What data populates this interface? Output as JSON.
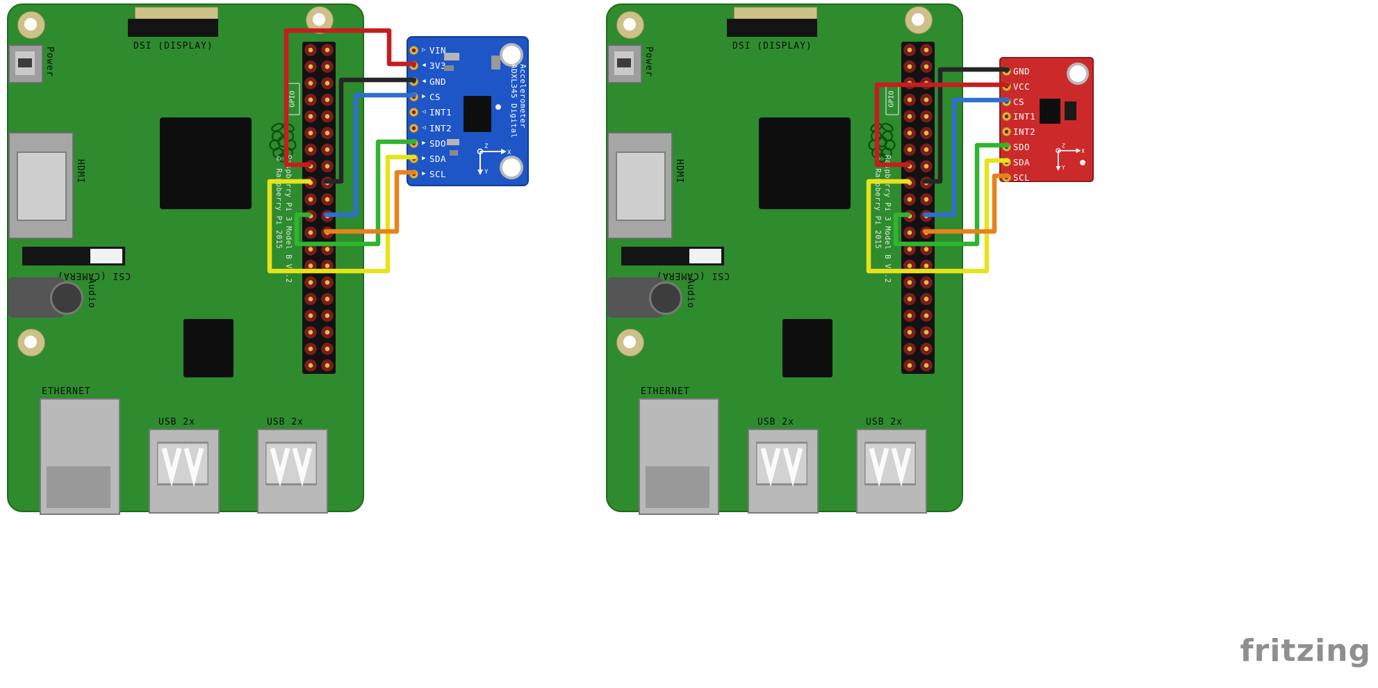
{
  "watermark": "fritzing",
  "colors": {
    "board_green": "#2e8b2e",
    "breakout_blue": "#1e56c8",
    "breakout_red": "#cc2a2a",
    "header_black": "#121212",
    "pin_gold": "#e0b838"
  },
  "pi": {
    "labels": {
      "power": "Power",
      "dsi": "DSI (DISPLAY)",
      "hdmi": "HDMI",
      "csi": "CSI (CAMERA)",
      "audio": "Audio",
      "ethernet": "ETHERNET",
      "usb": "USB 2x",
      "gpio": "GPIO",
      "board_name": "Raspberry Pi 3 Model B V1.2",
      "copyright": "© Raspberry Pi 2015"
    }
  },
  "adafruit_breakout": {
    "title_line1": "ADXL345 Digital",
    "title_line2": "Accelerometer",
    "pins": [
      {
        "label": "VIN",
        "arrow": "▷"
      },
      {
        "label": "3V3",
        "arrow": "◀"
      },
      {
        "label": "GND",
        "arrow": "◀"
      },
      {
        "label": "CS",
        "arrow": "▶"
      },
      {
        "label": "INT1",
        "arrow": "◁"
      },
      {
        "label": "INT2",
        "arrow": "◁"
      },
      {
        "label": "SDO",
        "arrow": "▶"
      },
      {
        "label": "SDA",
        "arrow": "▶"
      },
      {
        "label": "SCL",
        "arrow": "▶"
      }
    ],
    "axis": {
      "x": "X",
      "y": "Y",
      "z": "Z"
    }
  },
  "sparkfun_breakout": {
    "pins": [
      {
        "label": "GND"
      },
      {
        "label": "VCC"
      },
      {
        "label": "CS"
      },
      {
        "label": "INT1"
      },
      {
        "label": "INT2"
      },
      {
        "label": "SDO"
      },
      {
        "label": "SDA"
      },
      {
        "label": "SCL"
      }
    ],
    "axis": {
      "x": "X",
      "y": "Y",
      "z": "Z"
    }
  },
  "wires": {
    "red": "#c41e1e",
    "black": "#262626",
    "blue": "#2e6fd0",
    "green": "#2fb52f",
    "yellow": "#e8e21c",
    "orange": "#e8821c"
  }
}
